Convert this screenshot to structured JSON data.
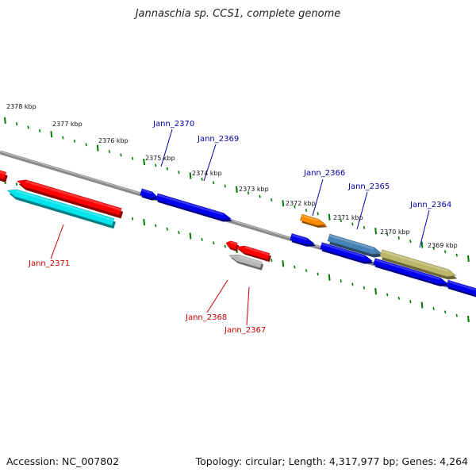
{
  "title": "Jannaschia sp. CCS1, complete genome",
  "footer": {
    "accession": "Accession: NC_007802",
    "topology": "Topology: circular; Length: 4,317,977 bp; Genes: 4,264"
  },
  "colors": {
    "backbone": "#7a7a7a",
    "tick": "#007a00",
    "kbp_label": "#111111",
    "forward_label": "#0000aa",
    "reverse_label": "#cc0000",
    "red": "#ff0000",
    "cyan": "#00e5ee",
    "blue": "#0000ee",
    "orange": "#ff8c00",
    "steelblue": "#4682b4",
    "khaki": "#bdb76b",
    "silver": "#b8b8b8"
  },
  "kbp_labels": [
    "2378 kbp",
    "2377 kbp",
    "2376 kbp",
    "2375 kbp",
    "2374 kbp",
    "2373 kbp",
    "2372 kbp",
    "2371 kbp",
    "2370 kbp",
    "2369 kbp"
  ],
  "genes": [
    {
      "name": "",
      "color": "red",
      "strand": "-"
    },
    {
      "name": "",
      "color": "cyan",
      "strand": "-"
    },
    {
      "name": "",
      "color": "red",
      "strand": "-"
    },
    {
      "name": "Jann_2371",
      "color": "cyan",
      "strand": "-"
    },
    {
      "name": "",
      "color": "blue",
      "strand": "+"
    },
    {
      "name": "Jann_2370",
      "color": "blue",
      "strand": "+"
    },
    {
      "name": "Jann_2369",
      "color": "blue",
      "strand": "+"
    },
    {
      "name": "Jann_2368",
      "color": "red",
      "strand": "-"
    },
    {
      "name": "Jann_2367",
      "color": "red",
      "strand": "-"
    },
    {
      "name": "",
      "color": "silver",
      "strand": "-"
    },
    {
      "name": "",
      "color": "orange",
      "strand": "+"
    },
    {
      "name": "Jann_2366",
      "color": "blue",
      "strand": "+"
    },
    {
      "name": "Jann_2365",
      "color": "steelblue",
      "strand": "+"
    },
    {
      "name": "",
      "color": "blue",
      "strand": "+"
    },
    {
      "name": "Jann_2364",
      "color": "khaki",
      "strand": "+"
    },
    {
      "name": "",
      "color": "blue",
      "strand": "+"
    },
    {
      "name": "",
      "color": "blue",
      "strand": "+"
    }
  ]
}
